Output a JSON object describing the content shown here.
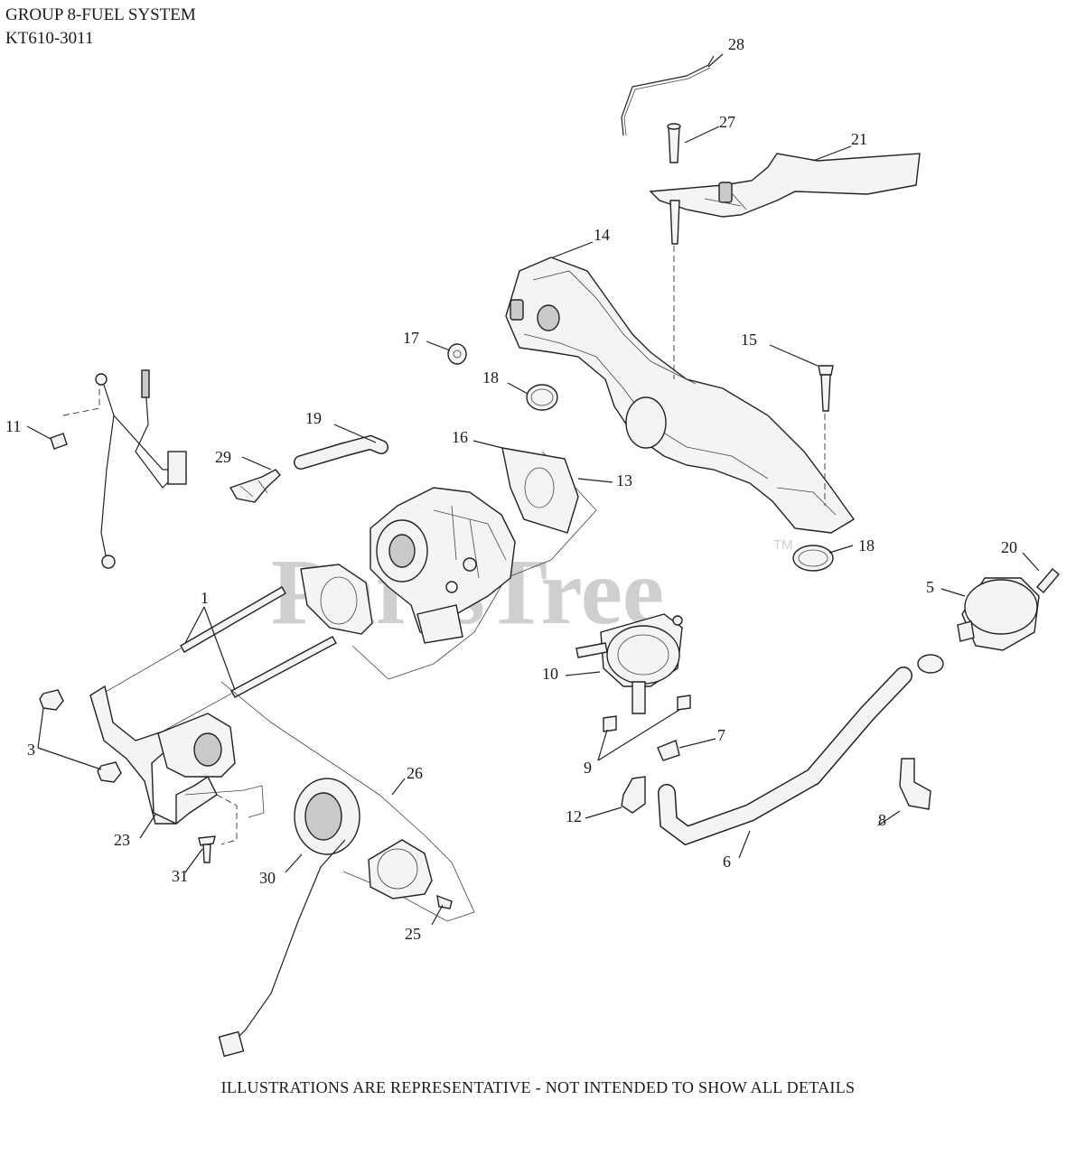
{
  "header": {
    "title": "GROUP 8-FUEL SYSTEM",
    "model": "KT610-3011"
  },
  "watermark": {
    "text": "PartsTree",
    "tm": "TM"
  },
  "footer": {
    "note": "ILLUSTRATIONS ARE REPRESENTATIVE - NOT INTENDED TO SHOW ALL DETAILS"
  },
  "callouts": {
    "c1": "1",
    "c3": "3",
    "c5": "5",
    "c6": "6",
    "c7": "7",
    "c8": "8",
    "c9": "9",
    "c10": "10",
    "c11": "11",
    "c12": "12",
    "c13": "13",
    "c14": "14",
    "c15": "15",
    "c16": "16",
    "c17": "17",
    "c18a": "18",
    "c18b": "18",
    "c19": "19",
    "c20": "20",
    "c21": "21",
    "c23": "23",
    "c25": "25",
    "c26": "26",
    "c27": "27",
    "c28": "28",
    "c29": "29",
    "c30": "30",
    "c31": "31"
  }
}
